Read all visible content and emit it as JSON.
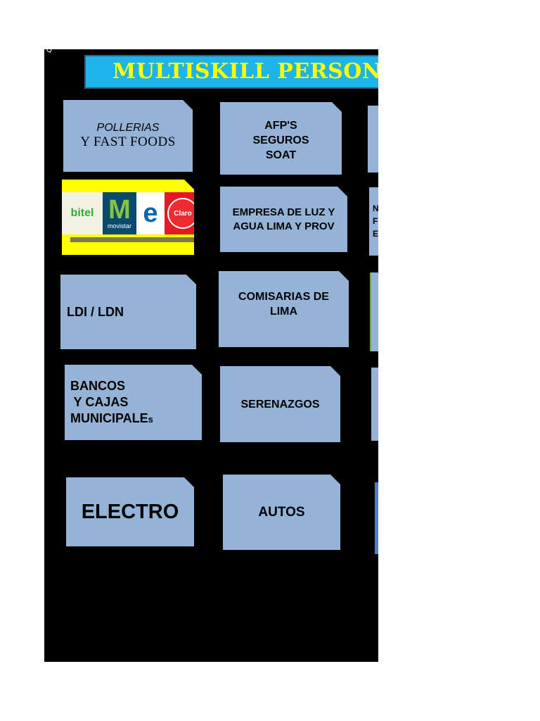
{
  "banner": {
    "title": "MULTISKILL PERSONAL"
  },
  "corner_mark": "Q",
  "tiles": {
    "pollerias": {
      "line1": "POLLERIAS",
      "line2": "Y FAST FOODS"
    },
    "afp": {
      "line1": "AFP'S",
      "line2": "SEGUROS",
      "line3": "SOAT"
    },
    "luz": {
      "line1": "EMPRESA DE LUZ Y",
      "line2": "AGUA LIMA Y PROV"
    },
    "ldi": {
      "label": "LDI / LDN"
    },
    "comisarias": {
      "line1": "COMISARIAS  DE",
      "line2": "LIMA"
    },
    "bancos": {
      "line1": "BANCOS",
      "line2": " Y CAJAS",
      "line3": "MUNICIPALE",
      "line3_small": "s"
    },
    "serenazgos": {
      "label": "SERENAZGOS"
    },
    "electro": {
      "label": "ELECTRO"
    },
    "autos": {
      "label": "AUTOS"
    }
  },
  "telco_logos": {
    "bitel": "bitel",
    "movistar_mark": "M",
    "movistar": "movistar",
    "mex_mark": "e",
    "claro": "Claro"
  },
  "edge_partial": {
    "line1": "N",
    "line2": "F",
    "line3": "E"
  }
}
